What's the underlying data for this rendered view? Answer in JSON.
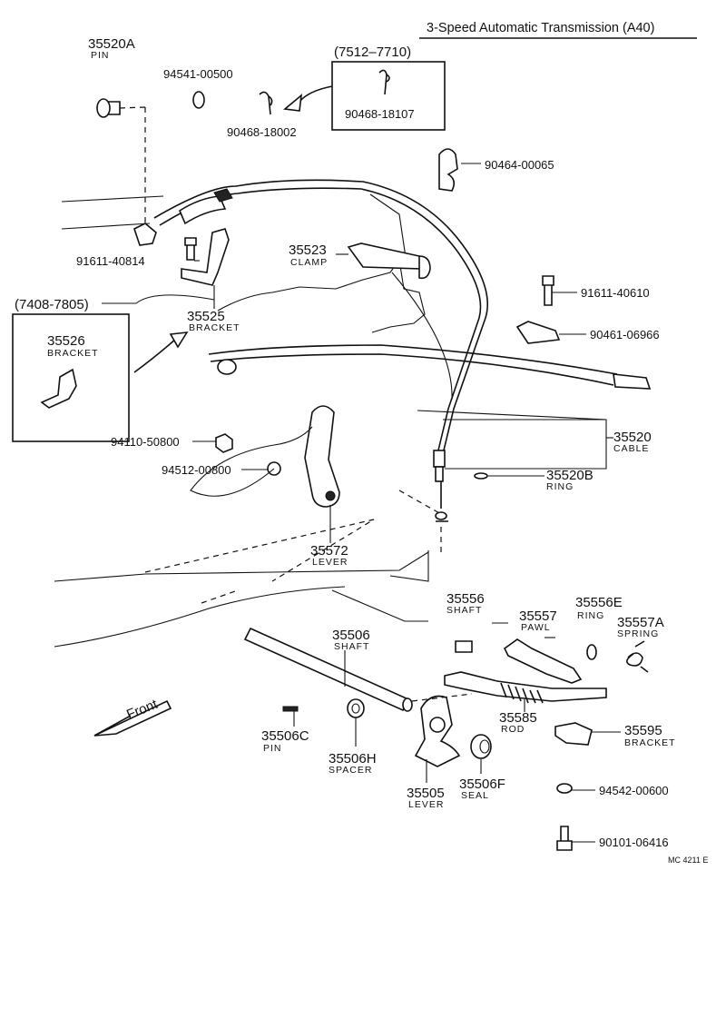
{
  "title": "3-Speed Automatic Transmission (A40)",
  "code": "MC 4211 E",
  "front_label": "Front",
  "inset_top": {
    "range": "(7512–7710)",
    "part": "90468-18107"
  },
  "inset_left": {
    "range": "(7408-7805)",
    "part": "35526",
    "name": "BRACKET"
  },
  "parts": [
    {
      "number": "35520A",
      "name": "PIN"
    },
    {
      "number": "94541-00500"
    },
    {
      "number": "90468-18002"
    },
    {
      "number": "90464-00065"
    },
    {
      "number": "91611-40814"
    },
    {
      "number": "35523",
      "name": "CLAMP"
    },
    {
      "number": "91611-40610"
    },
    {
      "number": "35525",
      "name": "BRACKET"
    },
    {
      "number": "90461-06966"
    },
    {
      "number": "35520",
      "name": "CABLE"
    },
    {
      "number": "94110-50800"
    },
    {
      "number": "94512-00800"
    },
    {
      "number": "35520B",
      "name": "RING"
    },
    {
      "number": "35572",
      "name": "LEVER"
    },
    {
      "number": "35556",
      "name": "SHAFT"
    },
    {
      "number": "35557",
      "name": "PAWL"
    },
    {
      "number": "35556E",
      "name": "RING"
    },
    {
      "number": "35557A",
      "name": "SPRING"
    },
    {
      "number": "35506",
      "name": "SHAFT"
    },
    {
      "number": "35585",
      "name": "ROD"
    },
    {
      "number": "35595",
      "name": "BRACKET"
    },
    {
      "number": "35506C",
      "name": "PIN"
    },
    {
      "number": "35506H",
      "name": "SPACER"
    },
    {
      "number": "35505",
      "name": "LEVER"
    },
    {
      "number": "35506F",
      "name": "SEAL"
    },
    {
      "number": "94542-00600"
    },
    {
      "number": "90101-06416"
    }
  ]
}
